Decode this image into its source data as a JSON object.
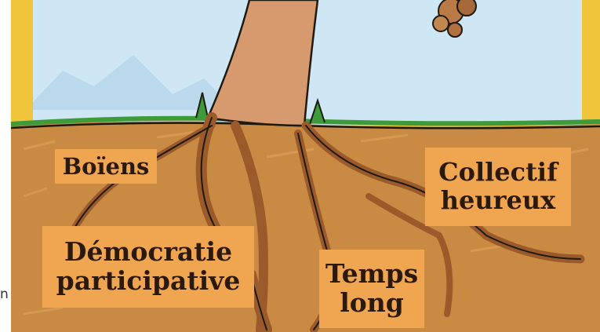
{
  "labels": {
    "boiens": "Boïens",
    "collectif": "Collectif\nheureux",
    "democratie": "Démocratie\nparticipative",
    "temps": "Temps\nlong"
  },
  "cut_text": "n",
  "colors": {
    "sky": "#cfe7f4",
    "frame": "#f0c53c",
    "soil": "#c98a44",
    "grass": "#3e9b3a",
    "trunk": "#d79a6e",
    "root": "#9a5a2a",
    "label_bg": "#f0a650",
    "label_text": "#2b1a0c"
  },
  "icons": [
    "tree-trunk",
    "roots",
    "acorn-cluster"
  ]
}
